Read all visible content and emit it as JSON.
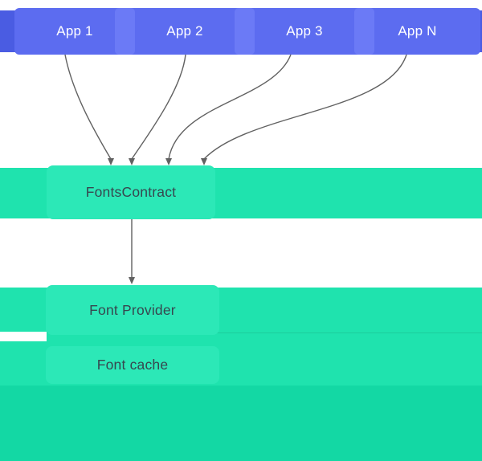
{
  "apps": [
    {
      "label": "App 1"
    },
    {
      "label": "App 2"
    },
    {
      "label": "App 3"
    },
    {
      "label": "App N"
    }
  ],
  "layers": {
    "fonts_contract": {
      "label": "FontsContract"
    },
    "font_provider": {
      "label": "Font Provider"
    },
    "font_cache": {
      "label": "Font cache"
    }
  },
  "icons": [
    {
      "name": "down-arrowhead",
      "glyph": "▾"
    }
  ],
  "colors": {
    "app_bar": "#4A5CE2",
    "app_box": "#5C6CF0",
    "app_box_overlap": "#6B7AF6",
    "teal_band": "#1FE3AE",
    "teal_box": "#2CE8B7",
    "teal_block_bottom": "#13D8A4",
    "arrow": "#616161",
    "label_dark": "#37474F",
    "app_label": "#FFFFFF"
  }
}
